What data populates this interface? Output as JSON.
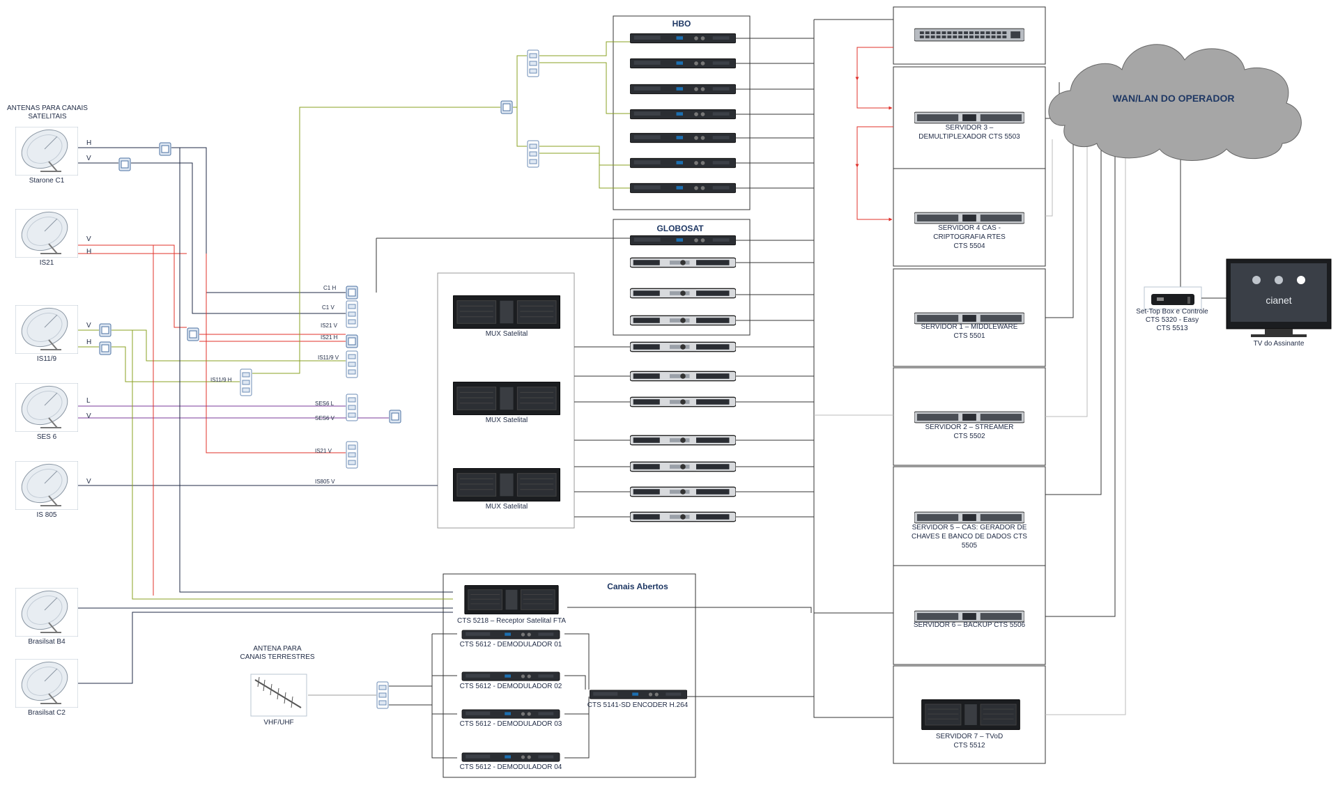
{
  "antennas_header": [
    "ANTENAS PARA CANAIS",
    "SATELITAIS"
  ],
  "antennas": [
    {
      "name": "Starone C1",
      "color": "#1f2a44",
      "pols": [
        "H",
        "V"
      ]
    },
    {
      "name": "IS21",
      "color": "#e0302a",
      "pols": [
        "V",
        "H"
      ]
    },
    {
      "name": "IS11/9",
      "color": "#8aa020",
      "pols": [
        "V",
        "H"
      ]
    },
    {
      "name": "SES 6",
      "color": "#7a3a9a",
      "pols": [
        "L",
        "V"
      ]
    },
    {
      "name": "IS 805",
      "color": "#1f2a44",
      "pols": [
        "V"
      ]
    },
    {
      "name": "Brasilsat B4",
      "color": "#1f2a44",
      "pols": []
    },
    {
      "name": "Brasilsat C2",
      "color": "#1f2a44",
      "pols": []
    }
  ],
  "terrestrial": {
    "header": [
      "ANTENA PARA",
      "CANAIS TERRESTRES"
    ],
    "name": "VHF/UHF"
  },
  "mux_inputs": [
    "C1 H",
    "C1 V",
    "IS21 V",
    "IS21 H",
    "IS11/9 V",
    "IS11/9 H",
    "SES6 L",
    "SES6 V",
    "IS21 V",
    "IS805 V"
  ],
  "groups": {
    "hbo": "HBO",
    "globosat": "GLOBOSAT",
    "canais_abertos": "Canais Abertos"
  },
  "mux_label": "MUX Satelital",
  "fta_receiver": "CTS 5218 – Receptor Satelital FTA",
  "demodulators": [
    "CTS 5612 - DEMODULADOR 01",
    "CTS 5612 - DEMODULADOR 02",
    "CTS 5612 - DEMODULADOR 03",
    "CTS 5612 - DEMODULADOR 04"
  ],
  "encoder": "CTS 5141-SD ENCODER H.264",
  "servers": [
    {
      "lines": []
    },
    {
      "lines": [
        "SERVIDOR 3 –",
        "DEMULTIPLEXADOR CTS 5503"
      ]
    },
    {
      "lines": [
        "SERVIDOR 4 CAS -",
        "CRIPTOGRAFIA RTES",
        "CTS 5504"
      ]
    },
    {
      "lines": [
        "SERVIDOR 1 – MIDDLEWARE",
        "CTS 5501"
      ]
    },
    {
      "lines": [
        "SERVIDOR 2 – STREAMER",
        "CTS 5502"
      ]
    },
    {
      "lines": [
        "SERVIDOR 5 – CAS: GERADOR DE",
        "CHAVES E BANCO DE DADOS CTS",
        "5505"
      ]
    },
    {
      "lines": [
        "SERVIDOR 6 – BACKUP CTS 5506"
      ]
    },
    {
      "lines": [
        "SERVIDOR 7 – TVoD",
        "CTS 5512"
      ]
    }
  ],
  "cloud_label": "WAN/LAN DO OPERADOR",
  "stb": [
    "Set-Top Box e Controle",
    "CTS 5320 - Easy",
    "CTS 5513"
  ],
  "tv": {
    "label": "TV do Assinante",
    "brand": "cianet"
  }
}
